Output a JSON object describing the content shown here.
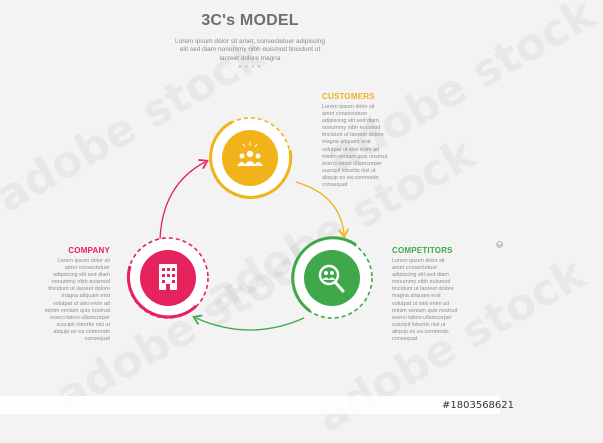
{
  "header": {
    "title": "3C's MODEL",
    "subtitle": "Lorem ipsum dolor sit amet, consectetuer adipiscing elit sed diam nonummy nibh euismod tincidunt ut lacreet dolore magna",
    "dots": "• • • •"
  },
  "nodes": {
    "customers": {
      "label": "CUSTOMERS",
      "body": "Lorem ipsum dolor sit amet consectetuer adipiscing elit sed diam nonummy nibh euismod tincidunt ut laoreet dolore magna aliquam erat volutpat ut wisi enim ad minim veniam quis nostrud exerci tation ullamcorper suscipit lobortis nisl ut aliquip ex ea commodo consequat",
      "color": "#f2b21a",
      "icon": "people-group-icon"
    },
    "competitors": {
      "label": "COMPETITORS",
      "body": "Lorem ipsum dolor sit amet consectetuer adipiscing elit sed diam nonummy nibh euismod tincidunt ut laoreet dolore magna aliquam erat volutpat ut wisi enim ad minim veniam quis nostrud exerci tation ullamcorper suscipit lobortis nisl ut aliquip ex ea commodo consequat",
      "color": "#3fa84a",
      "icon": "search-people-icon"
    },
    "company": {
      "label": "COMPANY",
      "body": "Lorem ipsum dolor sit amet consectetuer adipiscing elit sed diam nonummy nibh euismod tincidunt ut laoreet dolore magna aliquam erat volutpat ut wisi enim ad minim veniam quis nostrud exerci tation ullamcorper suscipit lobortis nisl ut aliquip ex ea commodo consequat",
      "color": "#e5235c",
      "icon": "building-icon"
    }
  },
  "watermark": "adobe stock",
  "stock_id": "#1803568621",
  "credit": "©"
}
